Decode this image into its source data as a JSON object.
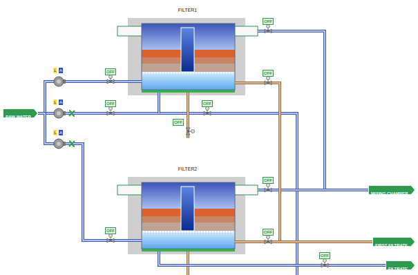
{
  "diagram": {
    "nodes": [
      {
        "text": [
          "FILTER1"
        ]
      },
      {
        "text": [
          "FILTER2"
        ]
      },
      {
        "text": [
          "RAW WATER"
        ]
      },
      {
        "text": [
          "MIXING CHAMBER"
        ]
      },
      {
        "text": [
          "FIRST FILTRATE"
        ]
      },
      {
        "text": [
          "FILTRATE"
        ]
      }
    ],
    "edges": [
      {
        "from": 2,
        "to": 0,
        "arrow": "none"
      },
      {
        "from": 2,
        "to": 1,
        "arrow": "none"
      },
      {
        "from": 0,
        "to": 3,
        "arrow": "none"
      },
      {
        "from": 1,
        "to": 3,
        "arrow": "none"
      },
      {
        "from": 0,
        "to": 4,
        "arrow": "none"
      },
      {
        "from": 1,
        "to": 4,
        "arrow": "none"
      },
      {
        "from": 1,
        "to": 5,
        "arrow": "none"
      }
    ],
    "labels": [
      "L",
      "A",
      "L",
      "A",
      "L",
      "A",
      "OFF",
      "OFF",
      "OFF",
      "OFF",
      "OFF",
      "OFF",
      "OFF",
      "OFF",
      "OFF",
      "OFF"
    ]
  }
}
